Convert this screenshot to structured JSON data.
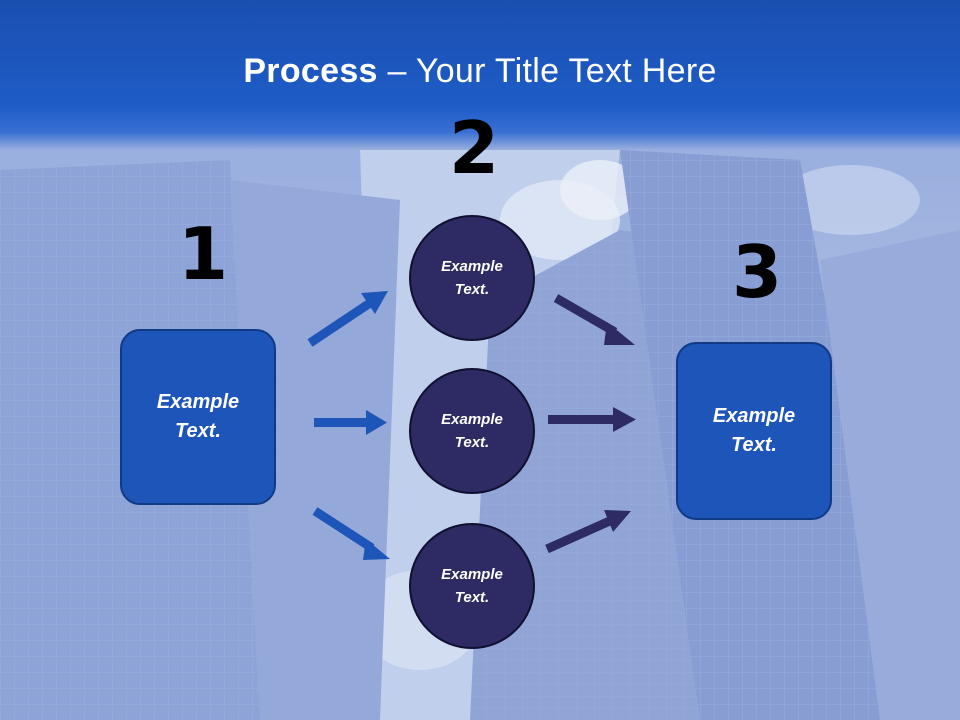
{
  "title": {
    "bold": "Process",
    "rest": " – Your Title Text Here"
  },
  "steps": {
    "one": "1",
    "two": "2",
    "three": "3"
  },
  "left_box": {
    "label": "Example\nText."
  },
  "circles": [
    {
      "label": "Example\nText."
    },
    {
      "label": "Example\nText."
    },
    {
      "label": "Example\nText."
    }
  ],
  "right_box": {
    "label": "Example\nText."
  },
  "colors": {
    "header": "#1e5cc6",
    "box_fill": "#1d55b8",
    "circle_fill": "#2e2b64",
    "arrow_left": "#1d55b8",
    "arrow_right": "#2e2b64"
  }
}
